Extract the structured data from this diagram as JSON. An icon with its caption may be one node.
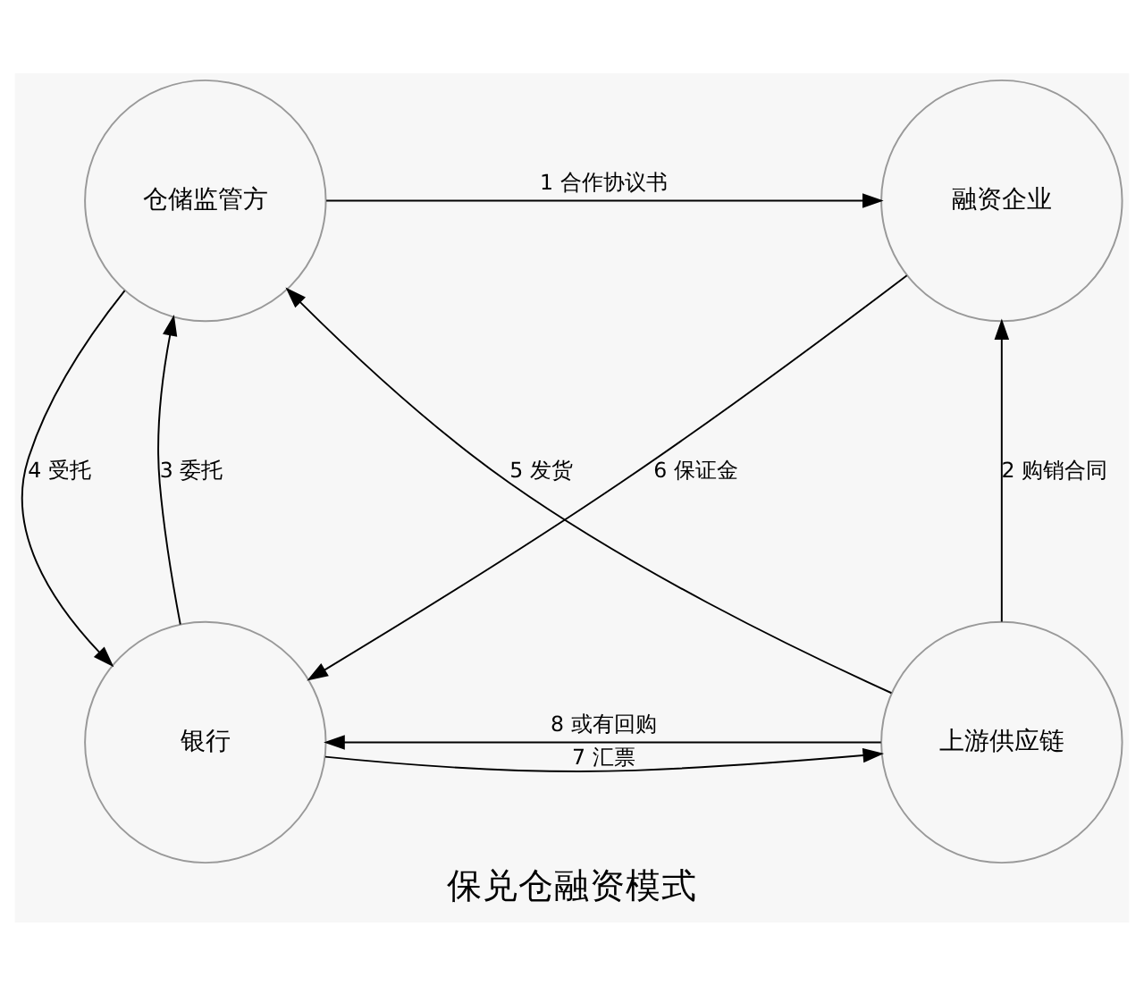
{
  "diagram": {
    "caption": "保兑仓融资模式",
    "nodes": [
      {
        "text": [
          "仓储监管方"
        ]
      },
      {
        "text": [
          "融资企业"
        ]
      },
      {
        "text": [
          "银行"
        ]
      },
      {
        "text": [
          "上游供应链"
        ]
      }
    ],
    "edges": [
      {
        "from": 0,
        "to": 1,
        "arrow": "to",
        "label": "1 合作协议书"
      },
      {
        "from": 3,
        "to": 1,
        "arrow": "to",
        "label": "2 购销合同"
      },
      {
        "from": 2,
        "to": 0,
        "arrow": "to",
        "label": "3 委托"
      },
      {
        "from": 0,
        "to": 2,
        "arrow": "to",
        "label": "4 受托"
      },
      {
        "from": 3,
        "to": 0,
        "arrow": "to",
        "label": "5 发货"
      },
      {
        "from": 1,
        "to": 2,
        "arrow": "to",
        "label": "6 保证金"
      },
      {
        "from": 2,
        "to": 3,
        "arrow": "to",
        "label": "7 汇票"
      },
      {
        "from": 3,
        "to": 2,
        "arrow": "to",
        "label": "8 或有回购"
      }
    ]
  }
}
